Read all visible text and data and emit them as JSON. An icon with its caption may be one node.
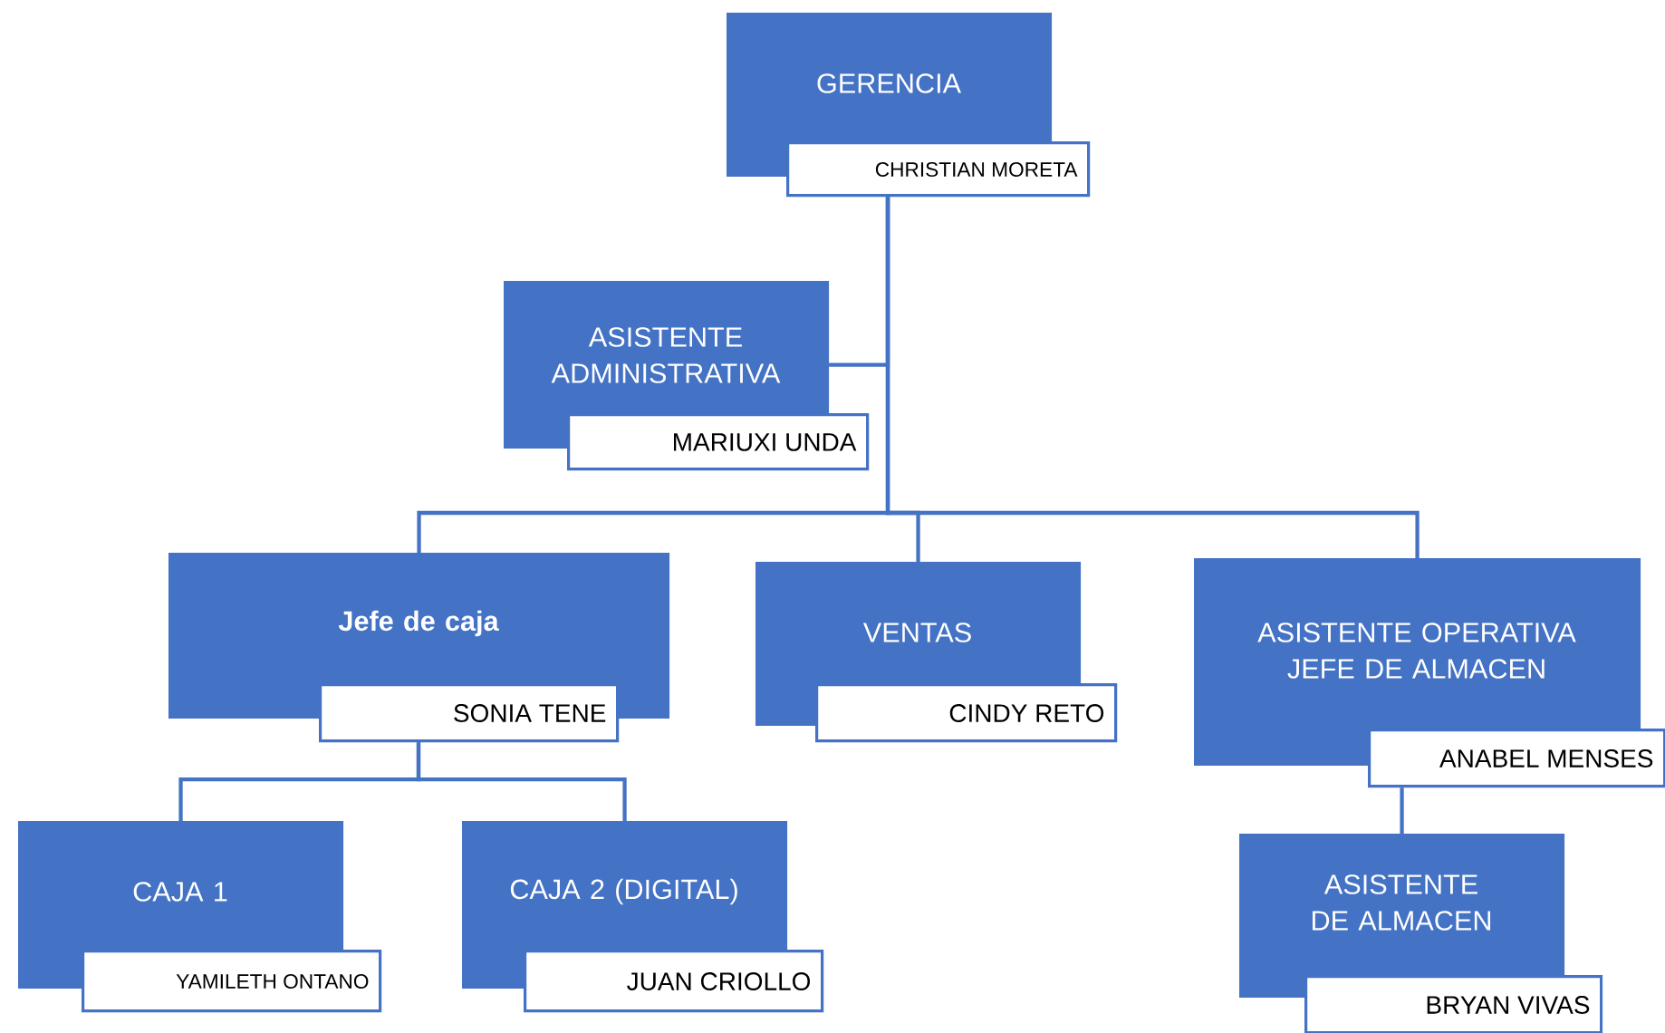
{
  "diagram": {
    "nodes": [
      {
        "text": [
          "GERENCIA",
          "CHRISTIAN MORETA"
        ]
      },
      {
        "text": [
          "ASISTENTE ADMINISTRATIVA",
          "MARIUXI UNDA"
        ]
      },
      {
        "text": [
          "Jefe de caja",
          "SONIA TENE"
        ]
      },
      {
        "text": [
          "VENTAS",
          "CINDY RETO"
        ]
      },
      {
        "text": [
          "ASISTENTE OPERATIVA JEFE DE ALMACEN",
          "ANABEL MENSES"
        ]
      },
      {
        "text": [
          "CAJA 1",
          "YAMILETH ONTANO"
        ]
      },
      {
        "text": [
          "CAJA 2 (DIGITAL)",
          "JUAN CRIOLLO"
        ]
      },
      {
        "text": [
          "ASISTENTE DE ALMACEN",
          "BRYAN  VIVAS"
        ]
      }
    ],
    "edges": [
      {
        "from": 0,
        "to": 1,
        "arrow": "none"
      },
      {
        "from": 0,
        "to": 2,
        "arrow": "none"
      },
      {
        "from": 0,
        "to": 3,
        "arrow": "none"
      },
      {
        "from": 0,
        "to": 4,
        "arrow": "none"
      },
      {
        "from": 2,
        "to": 5,
        "arrow": "none"
      },
      {
        "from": 2,
        "to": 6,
        "arrow": "none"
      },
      {
        "from": 4,
        "to": 7,
        "arrow": "none"
      }
    ]
  }
}
